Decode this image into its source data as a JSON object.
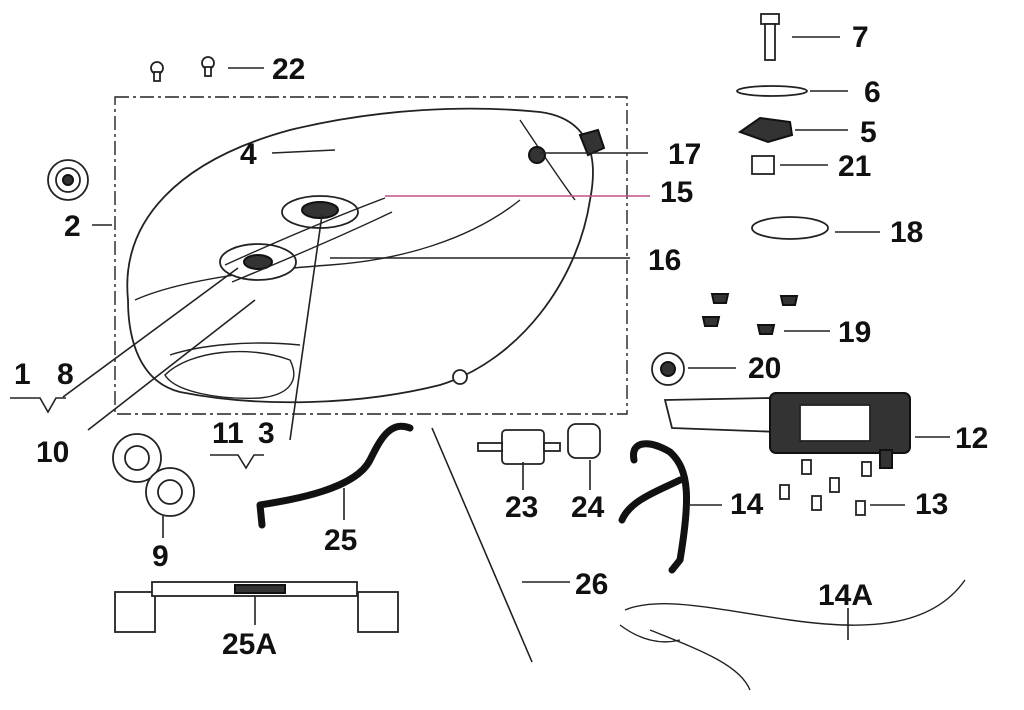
{
  "labels": {
    "p1": "1",
    "p2": "2",
    "p3": "3",
    "p4": "4",
    "p5": "5",
    "p6": "6",
    "p7": "7",
    "p8": "8",
    "p9": "9",
    "p10": "10",
    "p11": "11",
    "p12": "12",
    "p13": "13",
    "p14": "14",
    "p14a": "14A",
    "p15": "15",
    "p16": "16",
    "p17": "17",
    "p18": "18",
    "p19": "19",
    "p20": "20",
    "p21": "21",
    "p22": "22",
    "p23": "23",
    "p24": "24",
    "p25": "25",
    "p25a": "25A",
    "p26": "26"
  },
  "colors": {
    "ink": "#111111",
    "highlight_leader": "#c0508a"
  }
}
